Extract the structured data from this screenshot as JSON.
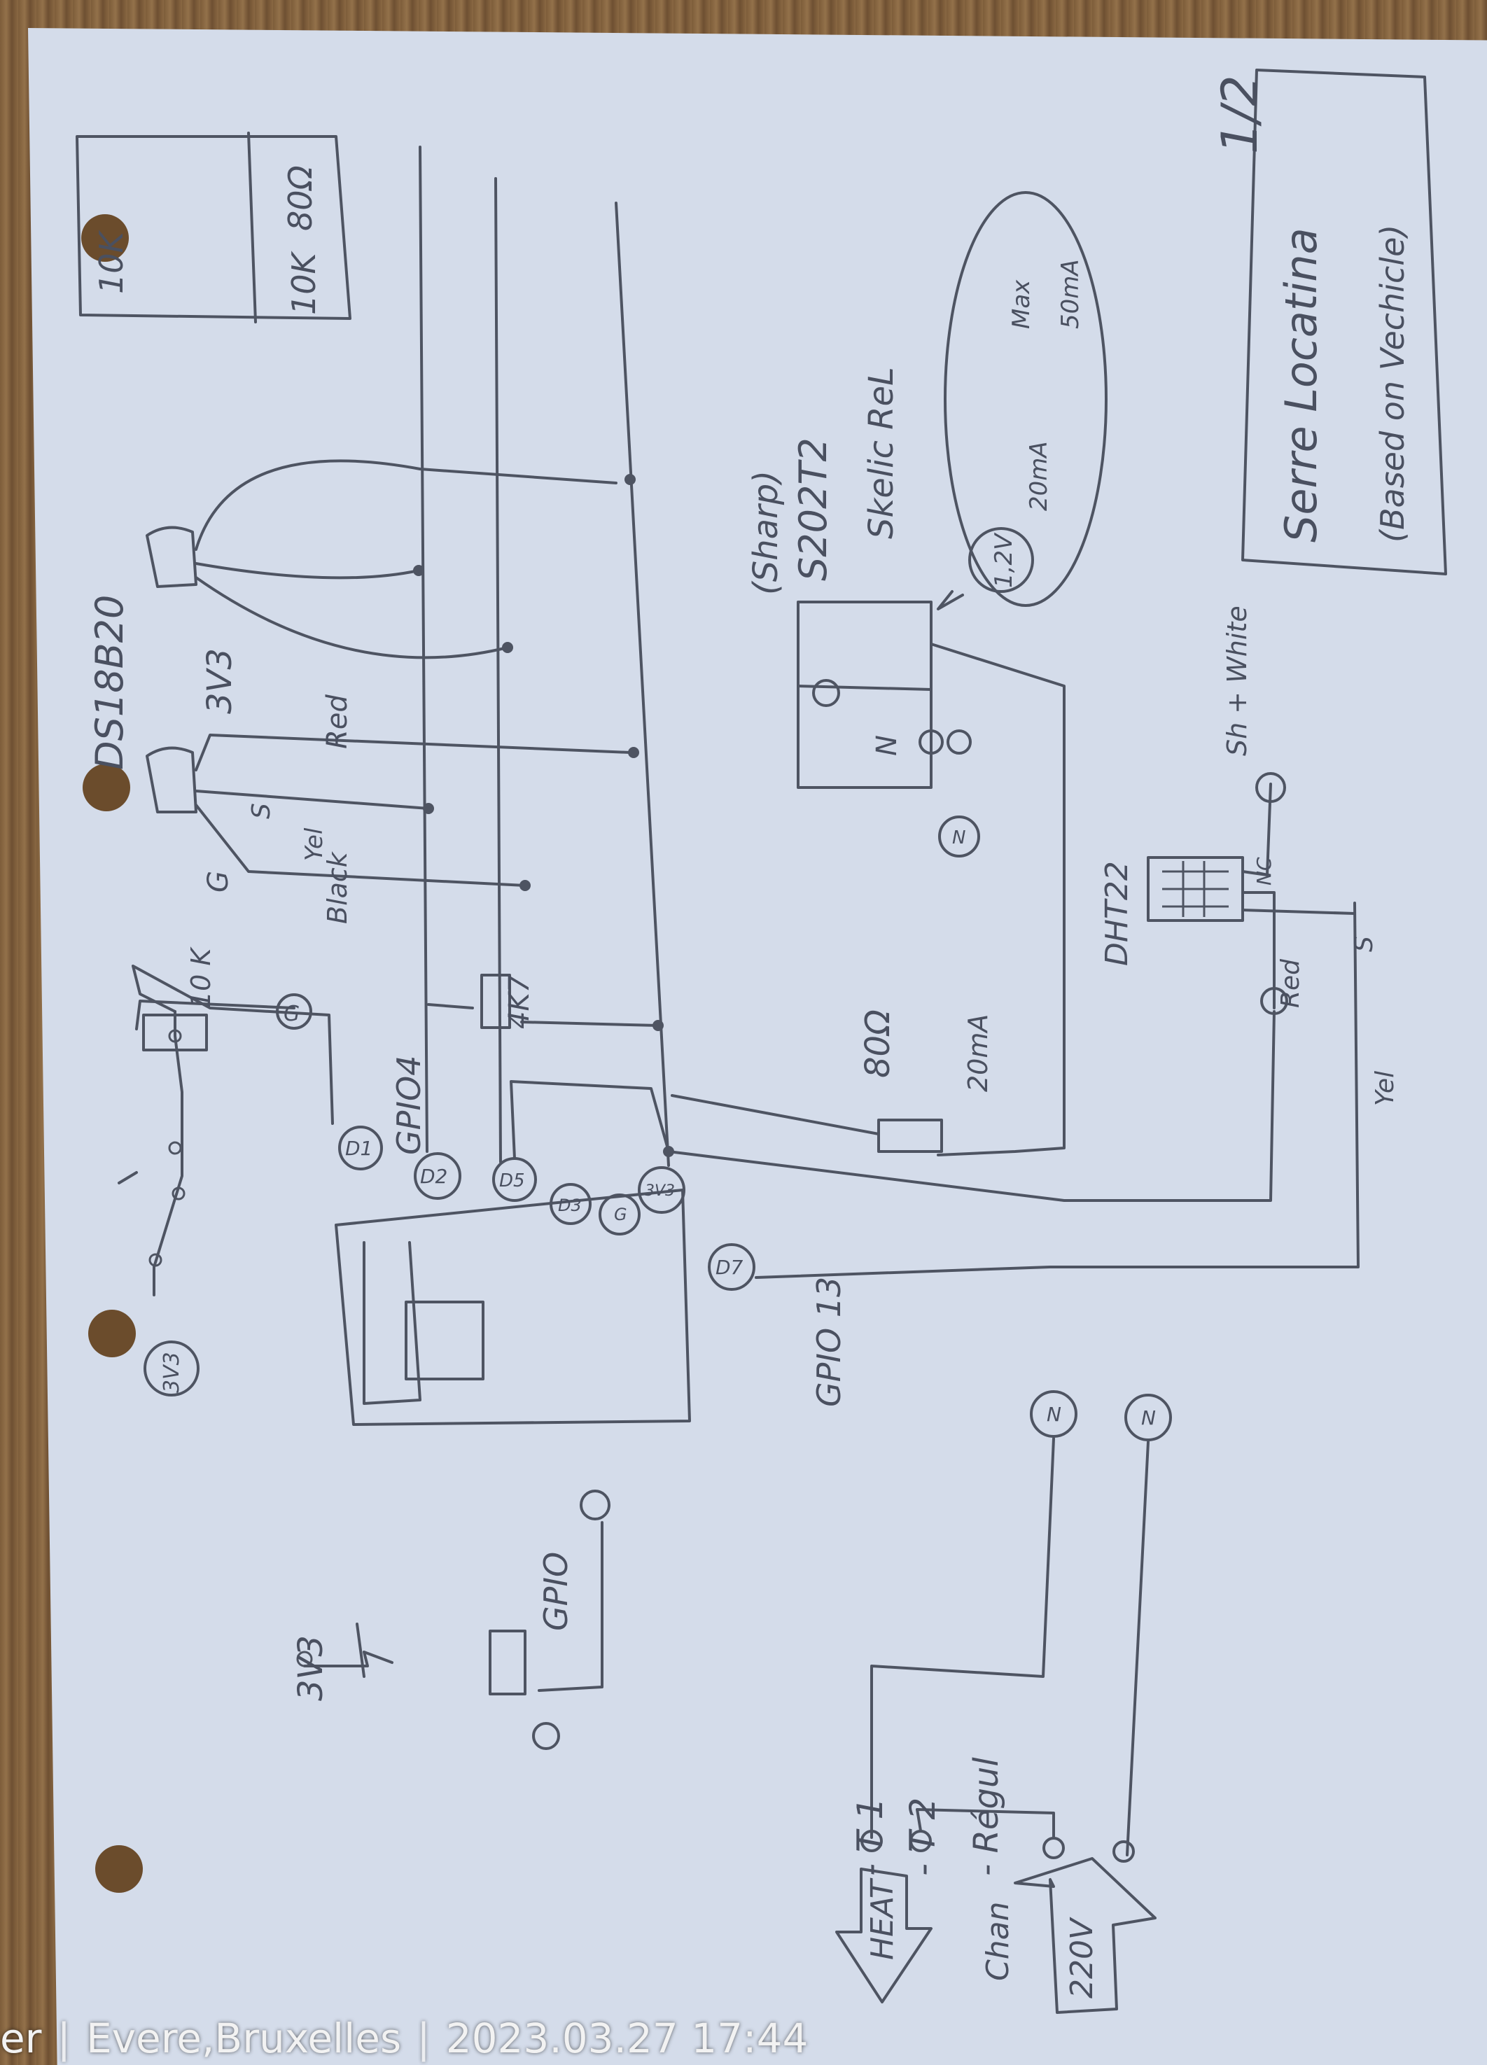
{
  "labels": {
    "page_number": "1/2",
    "title": "Serre Locatina",
    "subtitle": "(Based on Vechicle)",
    "resistor_table": [
      "80Ω",
      "10K",
      "10K"
    ],
    "ds18b20": "DS18B20",
    "v3v3_top": "3V3",
    "wire_red": "Red",
    "wire_yel": "Yel",
    "wire_black": "Black",
    "pin_g": "G",
    "pin_s": "S",
    "r10k": "10 K",
    "g_circle": "G",
    "gpio4": "GPIO4",
    "r4k7": "4K7",
    "pin_d1": "D1",
    "pin_d2": "D2",
    "pin_d5": "D5",
    "pin_d3": "D3",
    "pin_g_board": "G",
    "pin_3v3_board": "3V3",
    "pin_d7": "D7",
    "gpio13": "GPIO 13",
    "v3v3_switch": "3V3",
    "sharp": "(Sharp)",
    "relay_model": "S202T2",
    "relay_desc": "Skelic ReL",
    "warn_voltage": "1,2V",
    "warn_current": "20mA",
    "warn_max": "Max",
    "warn_max_current": "50mA",
    "relay_n": "N",
    "r80": "80Ω",
    "r80_current": "20mA",
    "dht22": "DHT22",
    "sh_white": "Sh + White",
    "dht_red": "Red",
    "dht_s": "S",
    "dht_yel": "Yel",
    "dht_nc": "NC",
    "gpio_lower": "GPIO",
    "n1": "N",
    "n2": "N",
    "heat": "HEAT",
    "v220": "220V",
    "chan": "Chan",
    "t1": "- T 1",
    "t2": "- T 2",
    "regul": "- Régul"
  },
  "stamp": {
    "left": "er",
    "location": "Evere,Bruxelles",
    "datetime": "2023.03.27 17:44"
  }
}
